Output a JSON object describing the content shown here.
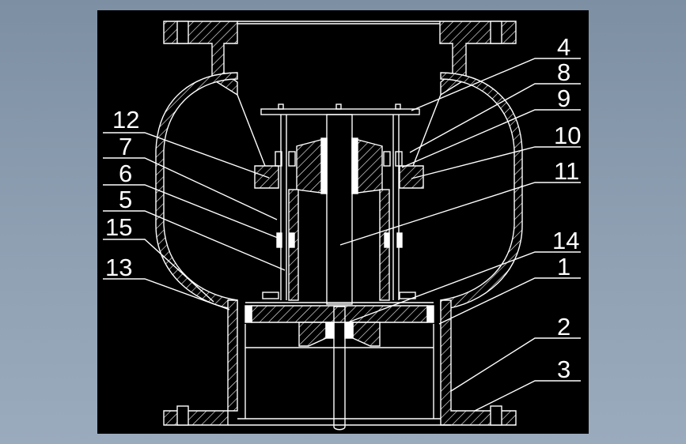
{
  "diagram": {
    "background_color": "#000000",
    "line_color": "#ffffff",
    "window_frame_color": "#8b9bb0",
    "callouts": [
      "4",
      "8",
      "9",
      "10",
      "11",
      "12",
      "7",
      "6",
      "5",
      "15",
      "14",
      "1",
      "13",
      "2",
      "3"
    ]
  }
}
